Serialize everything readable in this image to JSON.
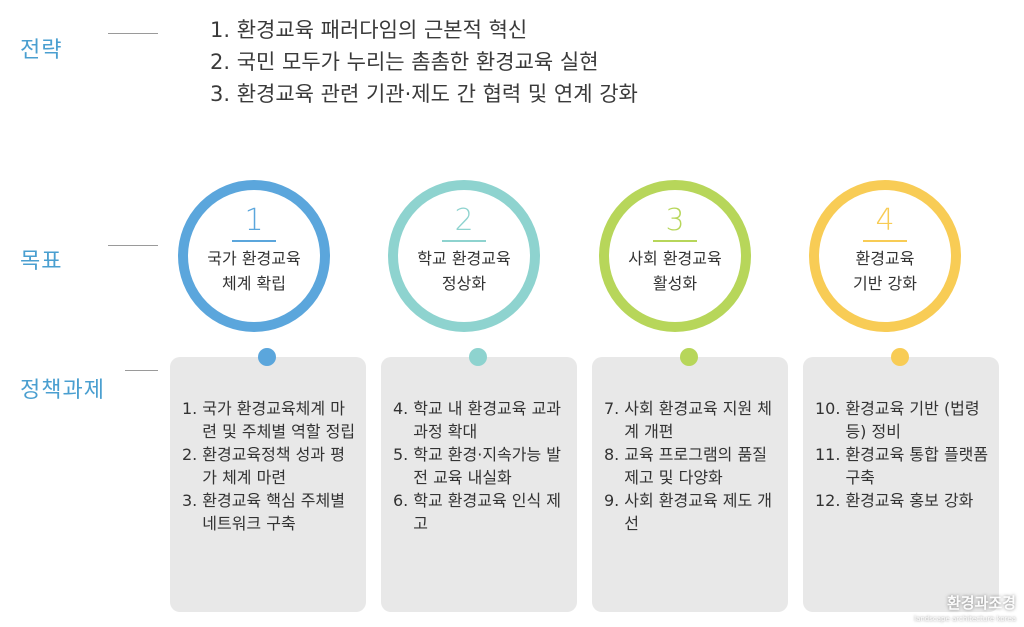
{
  "labels": {
    "strategy": "전략",
    "goal": "목표",
    "policy": "정책과제"
  },
  "strategies": [
    "1. 환경교육 패러다임의 근본적 혁신",
    "2. 국민 모두가 누리는 촘촘한 환경교육 실현",
    "3. 환경교육 관련 기관·제도 간 협력 및 연계 강화"
  ],
  "goals": [
    {
      "number": "1",
      "text": "국가 환경교육\n체계 확립",
      "color": "#5ba6dc"
    },
    {
      "number": "2",
      "text": "학교 환경교육\n정상화",
      "color": "#8ed3cf"
    },
    {
      "number": "3",
      "text": "사회 환경교육\n활성화",
      "color": "#b7d65a"
    },
    {
      "number": "4",
      "text": "환경교육\n기반 강화",
      "color": "#f8cc55"
    }
  ],
  "tasks": [
    [
      {
        "num": "1.",
        "text": "국가 환경교육체계 마련 및 주체별 역할 정립"
      },
      {
        "num": "2.",
        "text": "환경교육정책 성과 평가 체계 마련"
      },
      {
        "num": "3.",
        "text": "환경교육 핵심 주체별 네트워크 구축"
      }
    ],
    [
      {
        "num": "4.",
        "text": "학교 내 환경교육 교과과정 확대"
      },
      {
        "num": "5.",
        "text": "학교 환경·지속가능 발전 교육 내실화"
      },
      {
        "num": "6.",
        "text": "학교 환경교육 인식 제고"
      }
    ],
    [
      {
        "num": "7.",
        "text": "사회 환경교육 지원 체계 개편"
      },
      {
        "num": "8.",
        "text": "교육 프로그램의 품질제고 및 다양화"
      },
      {
        "num": "9.",
        "text": "사회 환경교육 제도 개선"
      }
    ],
    [
      {
        "num": "10.",
        "text": "환경교육 기반 (법령 등) 정비"
      },
      {
        "num": "11.",
        "text": "환경교육 통합 플랫폼 구축"
      },
      {
        "num": "12.",
        "text": "환경교육 홍보 강화"
      }
    ]
  ],
  "watermark": {
    "title": "환경과조경",
    "subtitle": "landscape architecture korea"
  }
}
